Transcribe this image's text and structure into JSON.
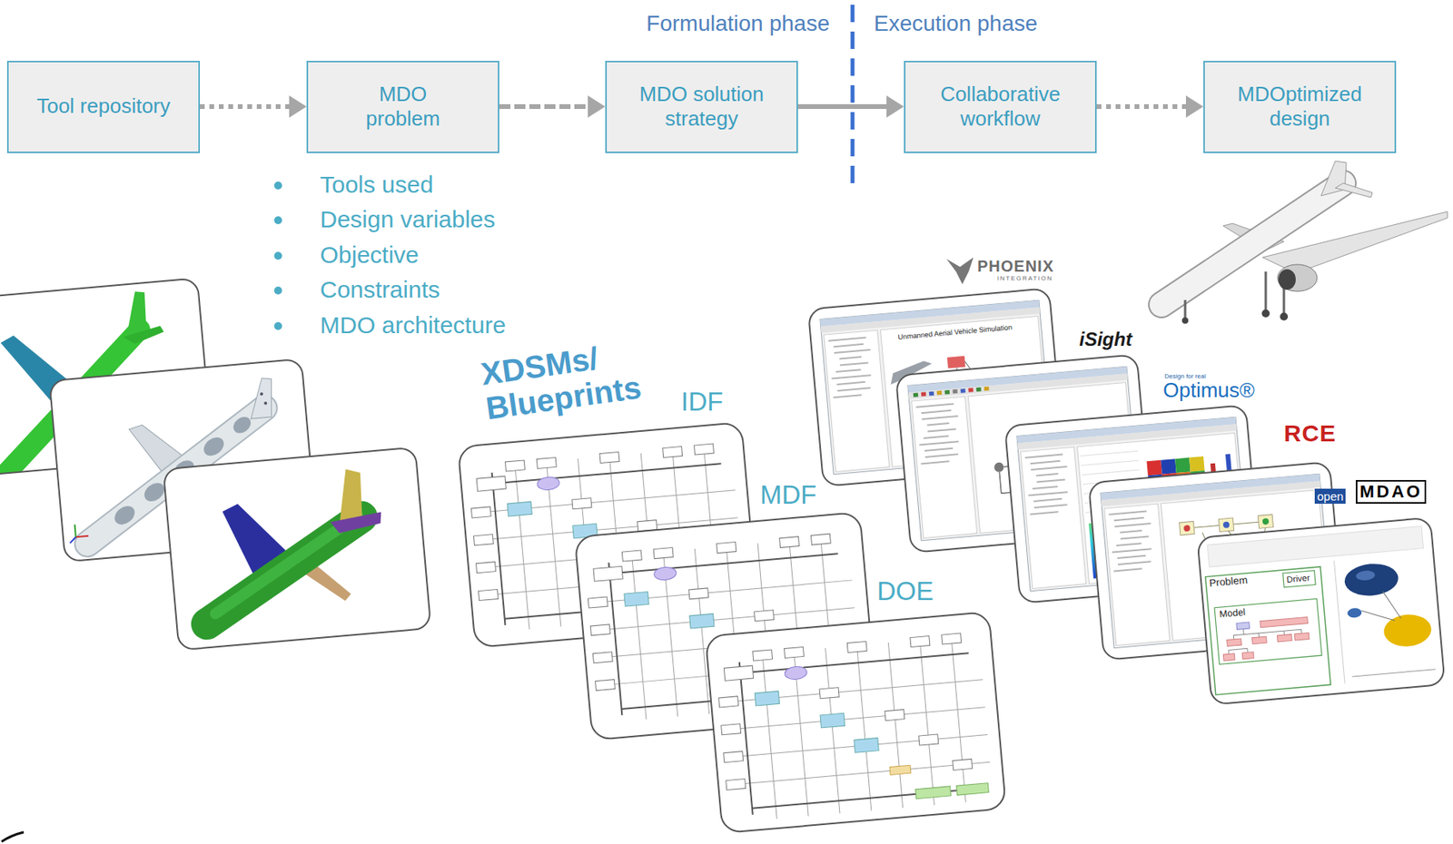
{
  "diagram": {
    "nodes": [
      {
        "text": [
          "Tool repository"
        ]
      },
      {
        "text": [
          "MDO problem"
        ]
      },
      {
        "text": [
          "MDO solution strategy"
        ]
      },
      {
        "text": [
          "Collaborative workflow"
        ]
      },
      {
        "text": [
          "MDOptimized design"
        ]
      }
    ],
    "edges": [
      {
        "from": 0,
        "to": 1,
        "arrow": "to"
      },
      {
        "from": 1,
        "to": 2,
        "arrow": "to"
      },
      {
        "from": 2,
        "to": 3,
        "arrow": "to"
      },
      {
        "from": 3,
        "to": 4,
        "arrow": "to"
      }
    ],
    "labels": [
      "Formulation phase",
      "Execution phase",
      "Tools used",
      "Design variables",
      "Objective",
      "Constraints",
      "MDO architecture",
      "XDSMs/ Blueprints",
      "IDF",
      "MDF",
      "DOE",
      "PHOENIX",
      "INTEGRATION",
      "Unmanned Aerial Vehicle Simulation",
      "iSight",
      "Design for real",
      "Optimus®",
      "RCE",
      "open",
      "MDAO",
      "Problem",
      "Driver",
      "Model"
    ]
  }
}
